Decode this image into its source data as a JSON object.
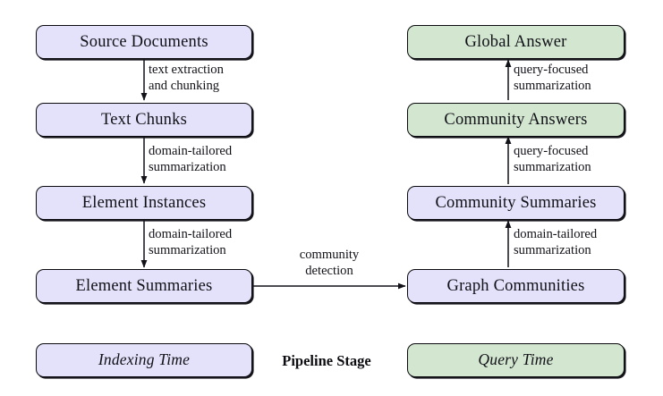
{
  "figure": {
    "type": "flowchart",
    "title": "GraphRAG pipeline",
    "colors": {
      "indexing_fill": "#e3e2fa",
      "query_fill": "#d3e6d0",
      "border": "#0b0b0f",
      "text": "#111118"
    }
  },
  "nodes": {
    "source_documents": "Source Documents",
    "text_chunks": "Text Chunks",
    "element_instances": "Element Instances",
    "element_summaries": "Element Summaries",
    "graph_communities": "Graph Communities",
    "community_summaries": "Community Summaries",
    "community_answers": "Community Answers",
    "global_answer": "Global Answer"
  },
  "edges": {
    "text_extraction_l1": "text extraction",
    "text_extraction_l2": "and chunking",
    "domain_tailored_1_l1": "domain-tailored",
    "domain_tailored_1_l2": "summarization",
    "domain_tailored_2_l1": "domain-tailored",
    "domain_tailored_2_l2": "summarization",
    "community_detection_l1": "community",
    "community_detection_l2": "detection",
    "domain_tailored_3_l1": "domain-tailored",
    "domain_tailored_3_l2": "summarization",
    "query_focused_1_l1": "query-focused",
    "query_focused_1_l2": "summarization",
    "query_focused_2_l1": "query-focused",
    "query_focused_2_l2": "summarization"
  },
  "legend": {
    "indexing_time": "Indexing Time",
    "pipeline_stage": "Pipeline Stage",
    "query_time": "Query Time"
  }
}
